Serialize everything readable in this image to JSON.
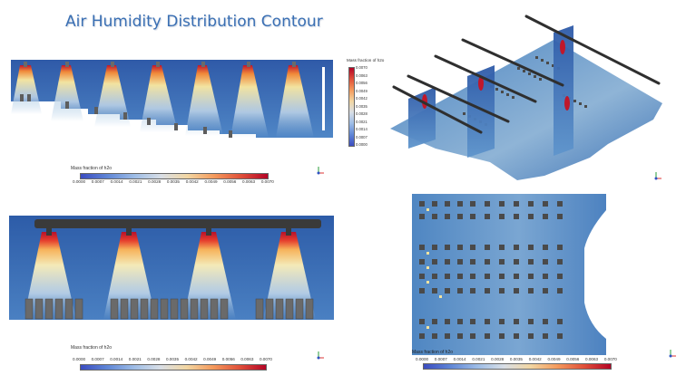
{
  "title": "Air Humidity Distribution Contour",
  "legend_title": "Mass fraction of h2o",
  "legend_title_vertical": "Mass fraction of h2o",
  "legend_ticks": [
    "0.0000",
    "0.0007",
    "0.0014",
    "0.0021",
    "0.0028",
    "0.0035",
    "0.0042",
    "0.0049",
    "0.0056",
    "0.0063",
    "0.0070"
  ],
  "legend_ticks_vertical": [
    "0.0070",
    "0.0063",
    "0.0056",
    "0.0049",
    "0.0042",
    "0.0035",
    "0.0028",
    "0.0021",
    "0.0014",
    "0.0007",
    "0.0000"
  ],
  "colors": {
    "title": "#3a6fb3",
    "low": "#3b4cc0",
    "mid": "#d8dee6",
    "high": "#b40426",
    "duct": "#3a3a3a",
    "seat": "#6a6a6a"
  },
  "icons": [
    "axes-triad-icon"
  ]
}
